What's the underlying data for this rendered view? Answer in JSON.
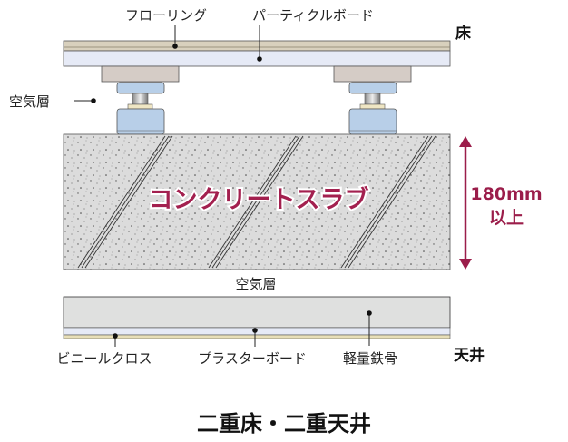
{
  "labels": {
    "flooring": "フローリング",
    "particle_board": "パーティクルボード",
    "floor": "床",
    "air_layer_left": "空気層",
    "slab": "コンクリートスラブ",
    "thickness": "180mm",
    "thickness_suffix": "以上",
    "air_layer_mid": "空気層",
    "vinyl_cloth": "ビニールクロス",
    "plaster_board": "プラスターボード",
    "light_steel": "軽量鉄骨",
    "ceiling": "天井",
    "title": "二重床・二重天井"
  },
  "colors": {
    "accent": "#9b1d4a",
    "slab_text": "#a3204f",
    "slab_fill": "#d9d9d9",
    "board": "#e6eaf6",
    "support_blue": "#b8cfe8",
    "pad": "#d5ccc6"
  }
}
